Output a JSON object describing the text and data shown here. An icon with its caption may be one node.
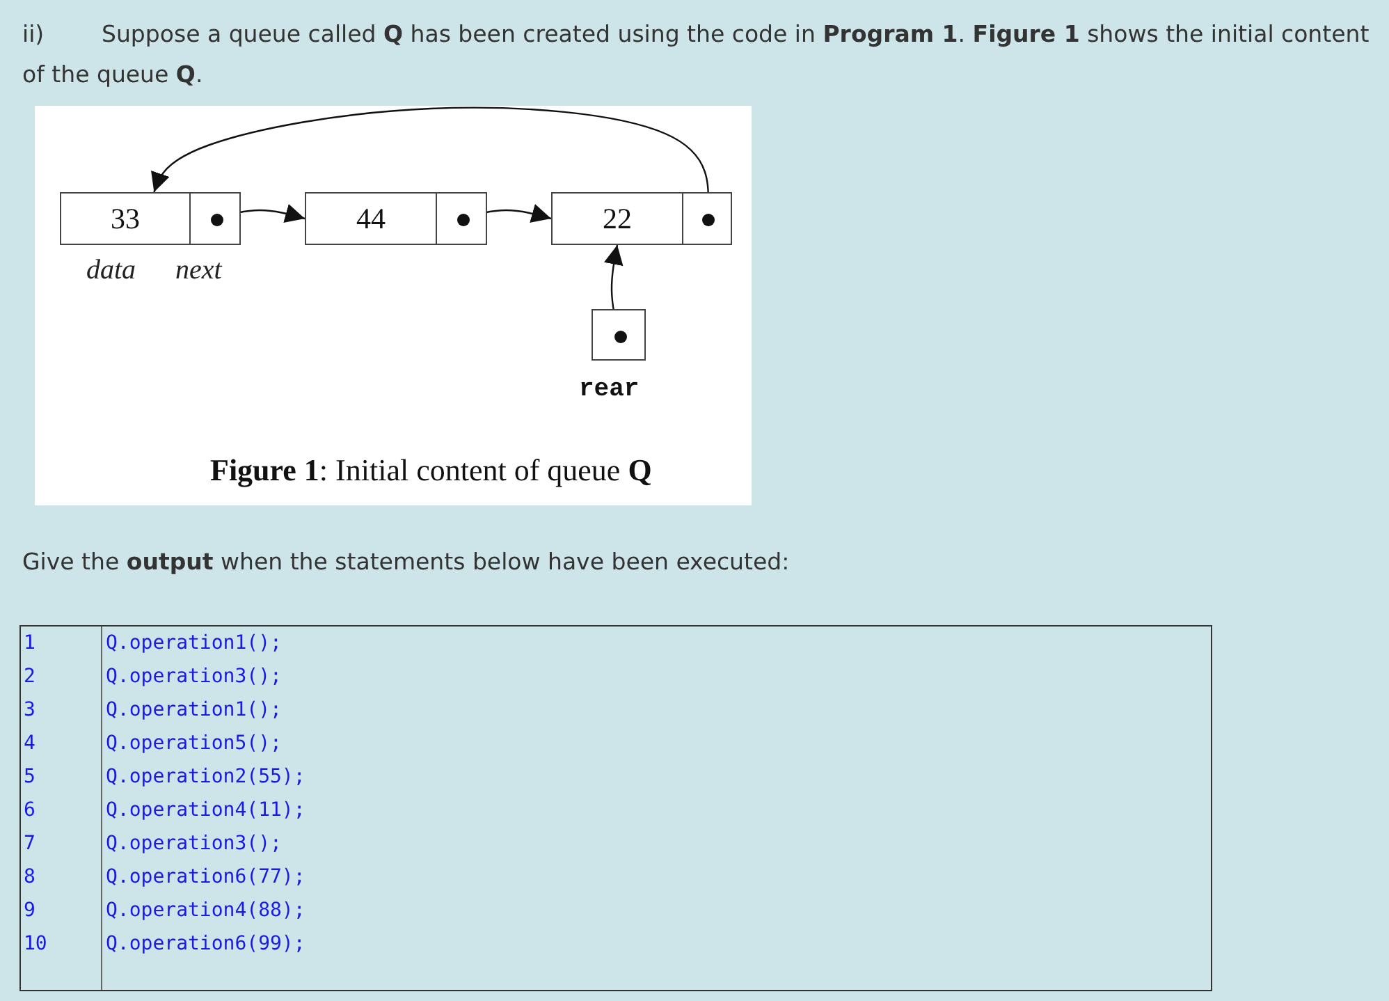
{
  "diagram": {
    "caption": "**Figure 1**: Initial content of queue **Q**",
    "nodes": [
      {
        "text": [
          "33"
        ]
      },
      {
        "text": [],
        "shape": "box"
      },
      {
        "text": [
          "44"
        ]
      },
      {
        "text": [],
        "shape": "box"
      },
      {
        "text": [
          "22"
        ]
      },
      {
        "text": [],
        "shape": "box"
      },
      {
        "text": [],
        "shape": "box",
        "beside": [
          "rear"
        ]
      }
    ],
    "edges": [
      {
        "from": 1,
        "to": 2,
        "arrow": "to"
      },
      {
        "from": 3,
        "to": 4,
        "arrow": "to"
      },
      {
        "from": 5,
        "to": 0,
        "arrow": "to"
      },
      {
        "from": 6,
        "to": 4,
        "arrow": "to"
      }
    ],
    "labels": [
      "ii)",
      "Suppose a queue called **Q** has been created using the code in **Program 1**. **Figure 1** shows the initial content of the queue **Q**.",
      "data",
      "next",
      "Give the **output** when the statements below have been executed:",
      "1",
      "Q.operation1();",
      "2",
      "Q.operation3();",
      "3",
      "Q.operation1();",
      "4",
      "Q.operation5();",
      "5",
      "Q.operation2(55);",
      "6",
      "Q.operation4(11);",
      "7",
      "Q.operation3();",
      "8",
      "Q.operation6(77);",
      "9",
      "Q.operation4(88);",
      "10",
      "Q.operation6(99);"
    ]
  }
}
